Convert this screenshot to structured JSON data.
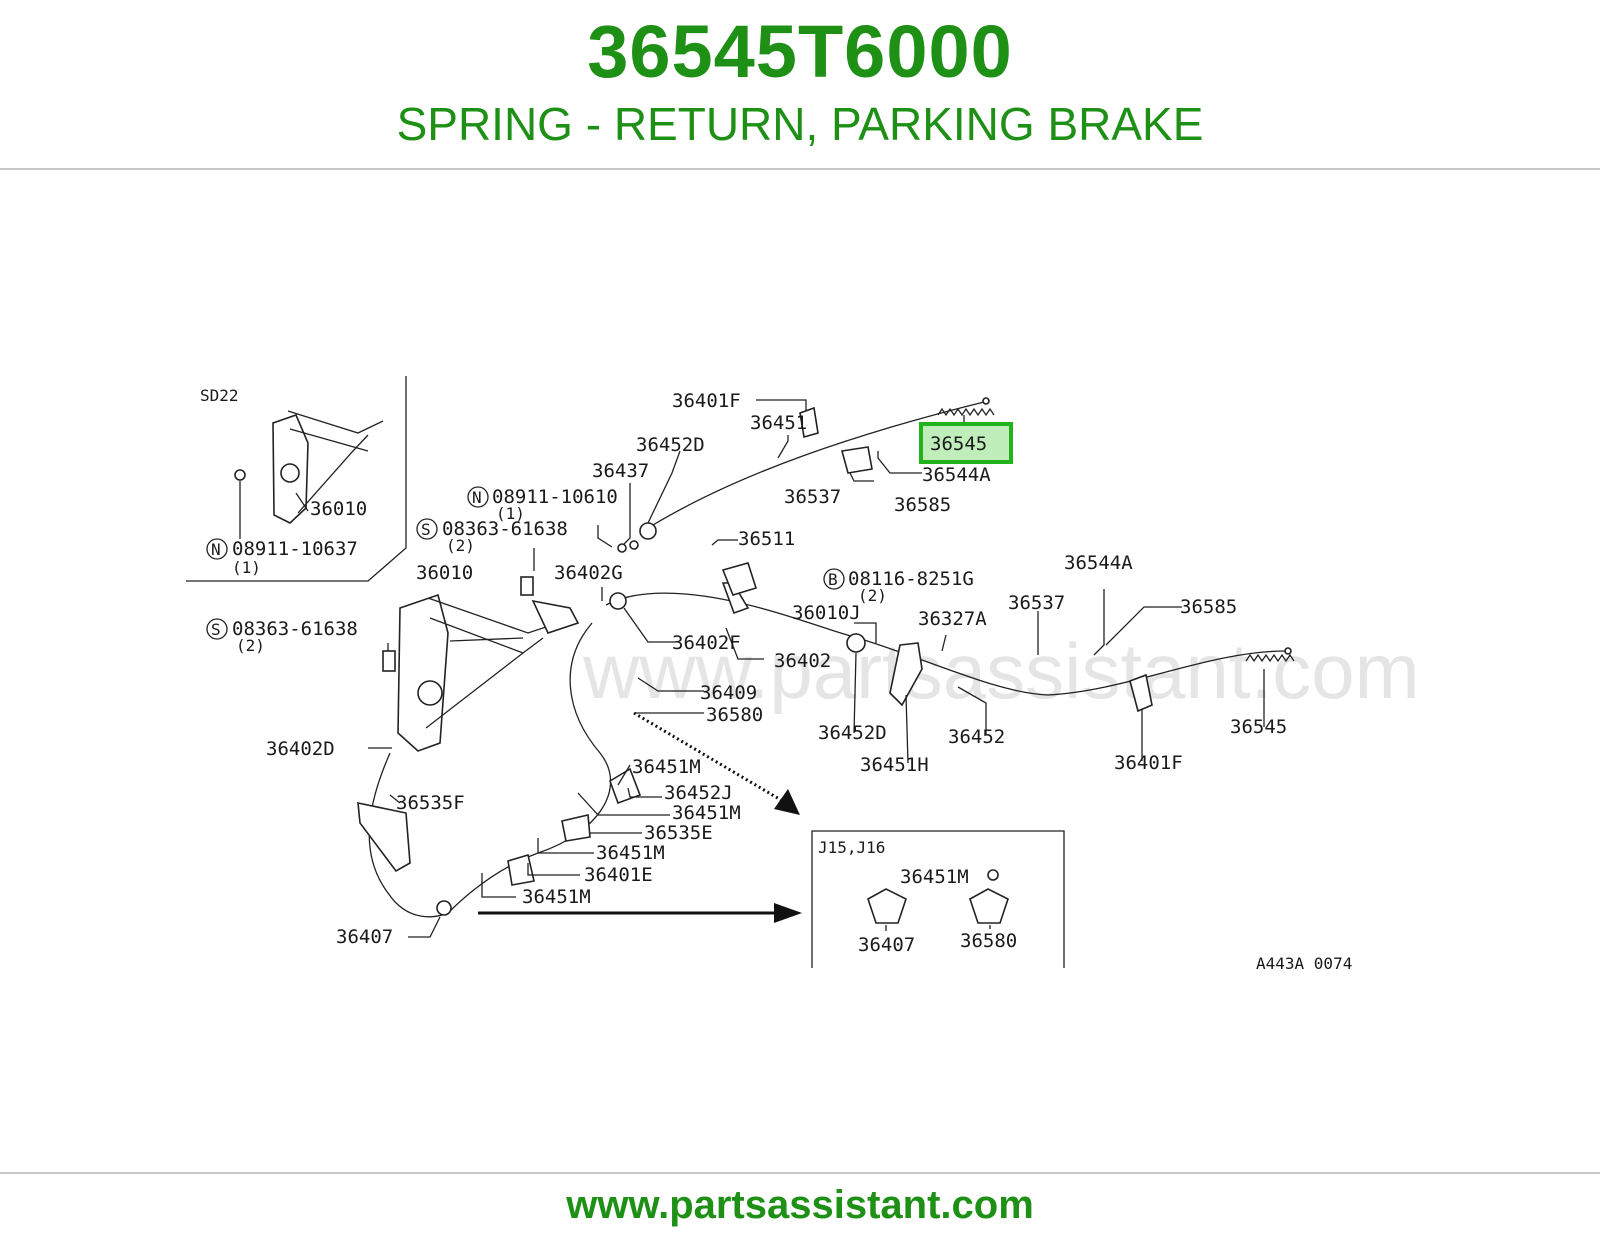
{
  "header": {
    "part_number": "36545T6000",
    "description": "SPRING - RETURN, PARKING BRAKE"
  },
  "footer": {
    "url": "www.partsassistant.com"
  },
  "diagram": {
    "watermark": "www.partsassistant.com",
    "highlight_color": "#22b31c",
    "highlighted_callout": "36545",
    "inset_sd22": {
      "title": "SD22",
      "callouts": [
        "36010",
        "08911-10637",
        "(1)"
      ],
      "note_symbol": "N"
    },
    "inset_j15": {
      "title": "J15,J16",
      "callouts": [
        "36451M",
        "36407",
        "36580"
      ]
    },
    "drawing_code": "A443A 0074",
    "callouts": {
      "c36401F_top": "36401F",
      "c36451": "36451",
      "c36452D_top": "36452D",
      "c36437": "36437",
      "c08911_10610": "08911-10610",
      "c08911_10610_qty": "(1)",
      "c08363_61638_a": "08363-61638",
      "c08363_61638_a_qty": "(2)",
      "c36010": "36010",
      "c08363_61638_b": "08363-61638",
      "c08363_61638_b_qty": "(2)",
      "c36545_top": "36545",
      "c36544A_top": "36544A",
      "c36537_top": "36537",
      "c36585_top": "36585",
      "c36511": "36511",
      "c08116_8251G": "08116-8251G",
      "c08116_8251G_qty": "(2)",
      "c36402G": "36402G",
      "c36402F": "36402F",
      "c36402": "36402",
      "c36409": "36409",
      "c36580": "36580",
      "c36402D": "36402D",
      "c36010J": "36010J",
      "c36327A": "36327A",
      "c36537_right": "36537",
      "c36544A_right": "36544A",
      "c36585_right": "36585",
      "c36452D_mid": "36452D",
      "c36452": "36452",
      "c36451H": "36451H",
      "c36401F_right": "36401F",
      "c36545_right": "36545",
      "c36451M_a": "36451M",
      "c36452J": "36452J",
      "c36451M_b": "36451M",
      "c36535E": "36535E",
      "c36451M_c": "36451M",
      "c36401E": "36401E",
      "c36451M_d": "36451M",
      "c36535F": "36535F",
      "c36407": "36407"
    },
    "symbols": {
      "N": "N",
      "S": "S",
      "B": "B"
    }
  }
}
